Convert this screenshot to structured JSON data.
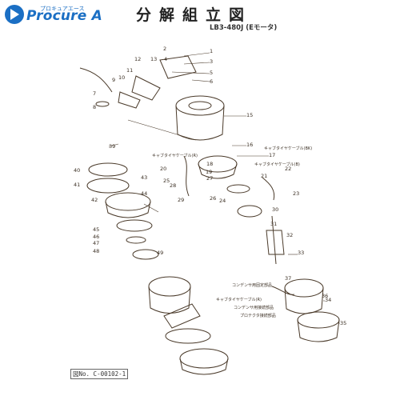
{
  "brand": {
    "name": "Procure A",
    "kana": "プロキュアエース",
    "logo_color": "#1b6fc4"
  },
  "title": "分解組立図",
  "model": "LB3-480J (Eモータ)",
  "doc_number": "図No. C-00102-1",
  "callouts": {
    "c1": "1",
    "c2": "2",
    "c3": "3",
    "c4": "4",
    "c5": "5",
    "c6": "6",
    "c7": "7",
    "c8": "8",
    "c9": "9",
    "c10": "10",
    "c11": "11",
    "c12": "12",
    "c13": "13",
    "c15": "15",
    "c16": "16",
    "c17": "17",
    "c18": "18",
    "c19": "19",
    "c20": "20",
    "c21": "21",
    "c22": "22",
    "c23": "23",
    "c24": "24",
    "c25": "25",
    "c26": "26",
    "c27": "27",
    "c28": "28",
    "c29": "29",
    "c30": "30",
    "c31": "31",
    "c32": "32",
    "c33": "33",
    "c34": "34",
    "c35": "35",
    "c36": "36",
    "c37": "37",
    "c39": "39",
    "c40": "40",
    "c41": "41",
    "c42": "42",
    "c43": "43",
    "c44": "44",
    "c45": "45",
    "c46": "46",
    "c47": "47",
    "c48": "48",
    "c49": "49"
  },
  "part_notes": {
    "cabtire_cable_r": "キャブタイヤケーブル(R)",
    "cabtire_cable_b": "キャブタイヤケーブル(B)",
    "cabtire_cable_bk": "キャブタイヤケーブル(BK)",
    "cabtire_cable_r2": "キャブタイヤケーブル(R)",
    "capacitor_cover": "コンデンサ用固定部品",
    "capacitor_lead": "コンデンサ用接続部品",
    "protector_lead": "プロテクタ接続部品"
  }
}
